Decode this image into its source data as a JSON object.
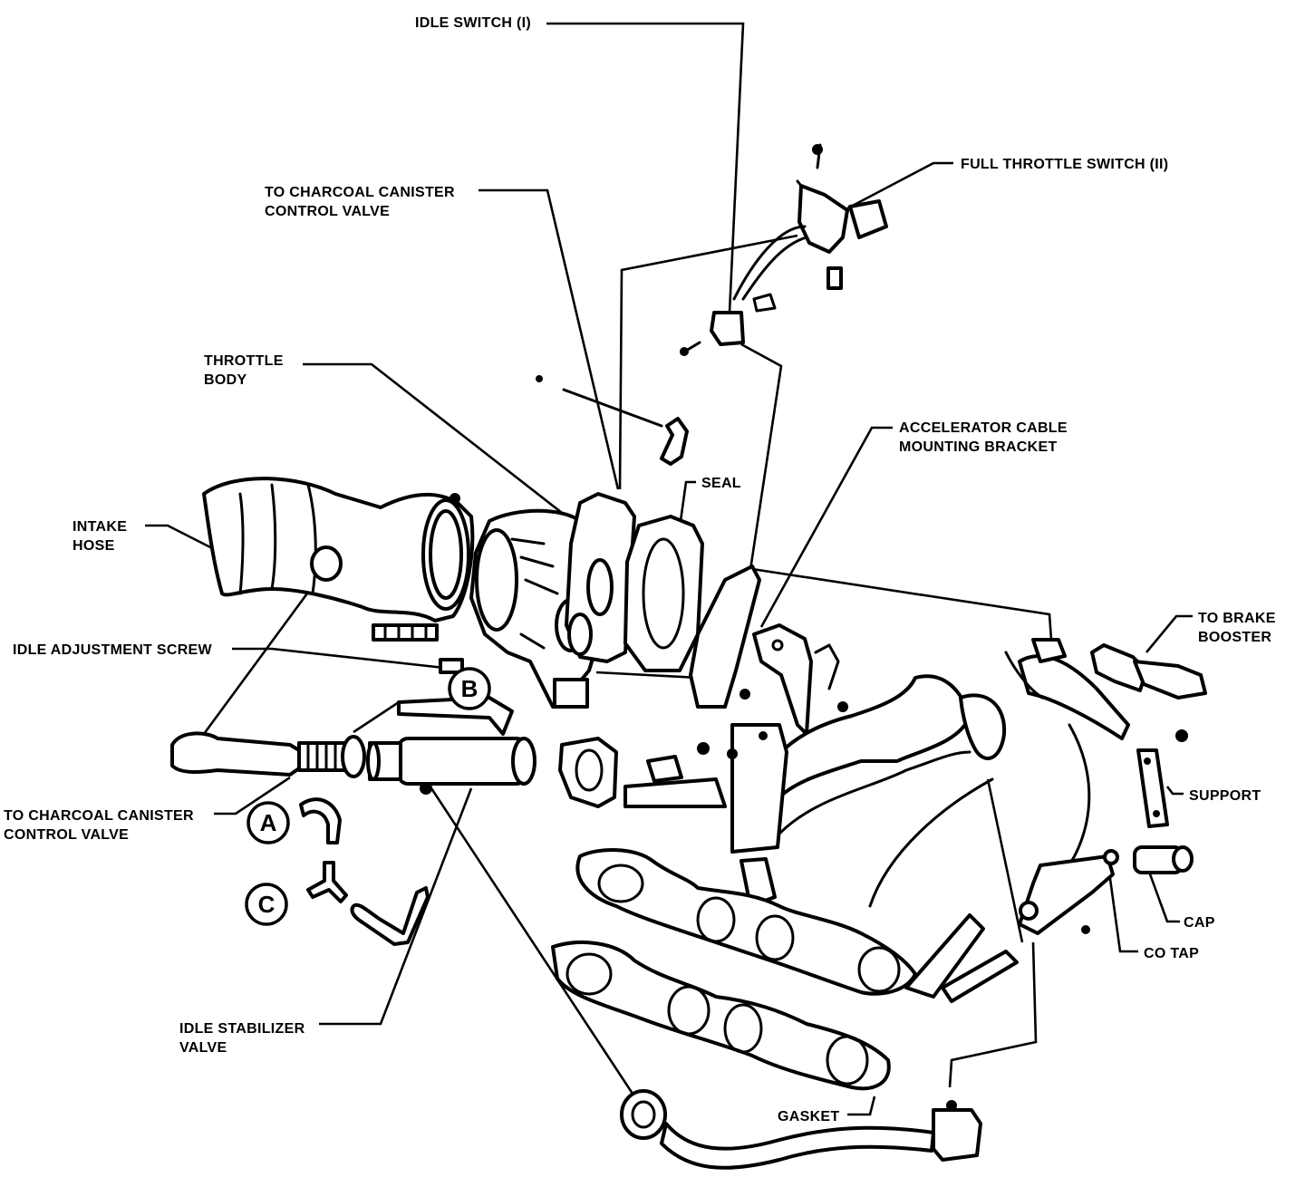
{
  "labels": {
    "idle_switch": "IDLE SWITCH (I)",
    "full_throttle_switch": "FULL THROTTLE SWITCH (II)",
    "charcoal_canister_top": [
      "TO CHARCOAL CANISTER",
      "CONTROL VALVE"
    ],
    "throttle_body": [
      "THROTTLE",
      "BODY"
    ],
    "accelerator_bracket": [
      "ACCELERATOR CABLE",
      "MOUNTING BRACKET"
    ],
    "seal": "SEAL",
    "intake_hose": [
      "INTAKE",
      "HOSE"
    ],
    "idle_adjustment_screw": "IDLE ADJUSTMENT SCREW",
    "to_brake_booster": [
      "TO BRAKE",
      "BOOSTER"
    ],
    "charcoal_canister_left": [
      "TO CHARCOAL CANISTER",
      "CONTROL VALVE"
    ],
    "support": "SUPPORT",
    "cap": "CAP",
    "co_tap": "CO TAP",
    "idle_stabilizer_valve": [
      "IDLE STABILIZER",
      "VALVE"
    ],
    "gasket": "GASKET"
  },
  "callouts": {
    "a": "A",
    "b": "B",
    "c": "C"
  }
}
